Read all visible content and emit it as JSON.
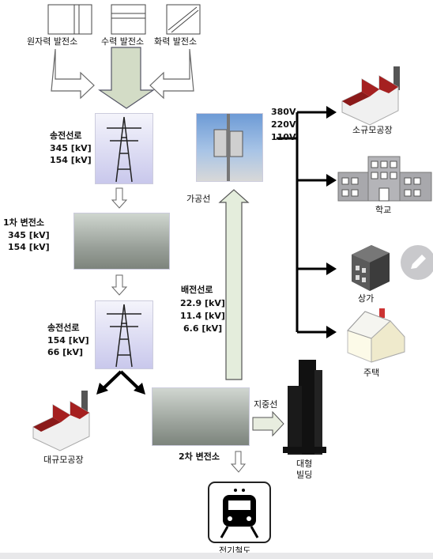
{
  "sources": {
    "nuclear": "원자력 발전소",
    "hydro": "수력 발전소",
    "thermal": "화력 발전소"
  },
  "transmission1": {
    "title": "송전선로",
    "v1": "345 [kV]",
    "v2": "154 [kV]"
  },
  "substation1": {
    "title": "1차 변전소",
    "v1": "345 [kV]",
    "v2": "154 [kV]"
  },
  "transmission2": {
    "title": "송전선로",
    "v1": "154 [kV]",
    "v2": "66 [kV]"
  },
  "large_factory": "대규모공장",
  "substation2": "2차 변전소",
  "railway": "전기철도",
  "distribution": {
    "title": "배전선로",
    "v1": "22.9 [kV]",
    "v2": "11.4 [kV]",
    "v3": "6.6 [kV]"
  },
  "overhead": "가공선",
  "underground": "지중선",
  "large_building": {
    "line1": "대형",
    "line2": "빌딩"
  },
  "voltages": {
    "v1": "380V",
    "v2": "220V",
    "v3": "110V"
  },
  "consumers": {
    "small_factory": "소규모공장",
    "school": "학교",
    "store": "상가",
    "house": "주택"
  },
  "colors": {
    "roof": "#8b1a1a",
    "arrow_fill": "#e4eddc",
    "arrow_stroke": "#555"
  }
}
